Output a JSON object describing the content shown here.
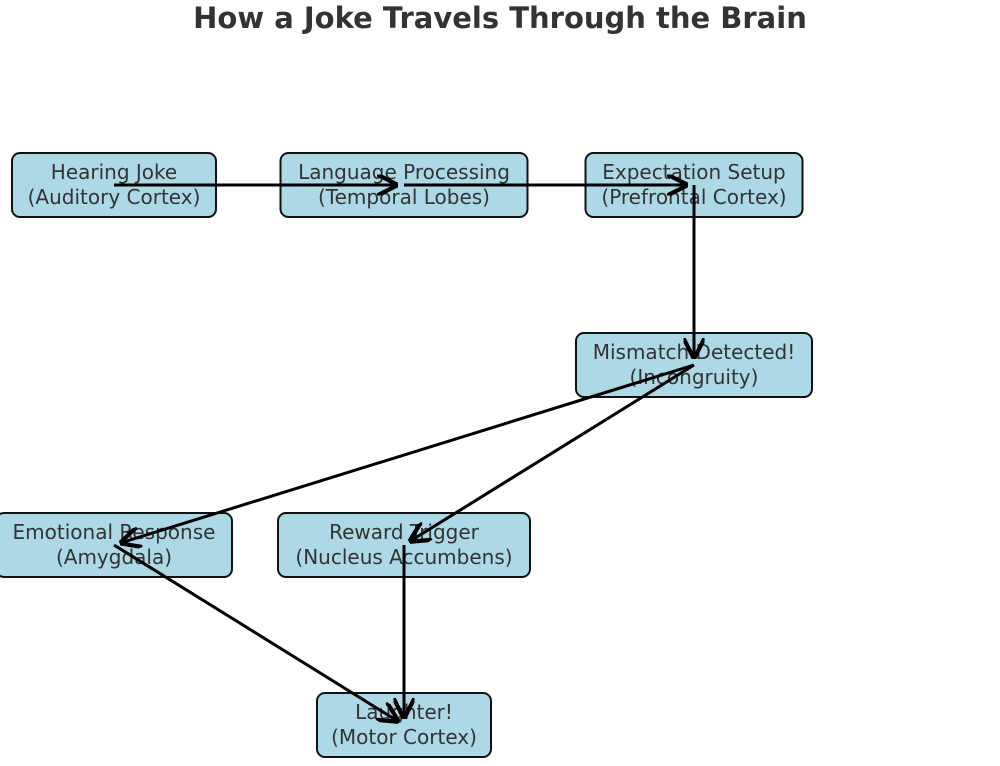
{
  "title": "How a Joke Travels Through the Brain",
  "colors": {
    "node_fill": "#add8e6",
    "node_stroke": "#111111",
    "edge": "#000000",
    "text": "#333333"
  },
  "nodes": [
    {
      "id": "hearing",
      "line1": "Hearing Joke",
      "line2": "(Auditory Cortex)"
    },
    {
      "id": "language",
      "line1": "Language Processing",
      "line2": "(Temporal Lobes)"
    },
    {
      "id": "expectation",
      "line1": "Expectation Setup",
      "line2": "(Prefrontal Cortex)"
    },
    {
      "id": "mismatch",
      "line1": "Mismatch Detected!",
      "line2": "(Incongruity)"
    },
    {
      "id": "emotional",
      "line1": "Emotional Response",
      "line2": "(Amygdala)"
    },
    {
      "id": "reward",
      "line1": "Reward Trigger",
      "line2": "(Nucleus Accumbens)"
    },
    {
      "id": "laughter",
      "line1": "Laughter!",
      "line2": "(Motor Cortex)"
    }
  ],
  "edges": [
    {
      "from": "hearing",
      "to": "language"
    },
    {
      "from": "language",
      "to": "expectation"
    },
    {
      "from": "expectation",
      "to": "mismatch"
    },
    {
      "from": "mismatch",
      "to": "emotional"
    },
    {
      "from": "mismatch",
      "to": "reward"
    },
    {
      "from": "emotional",
      "to": "laughter"
    },
    {
      "from": "reward",
      "to": "laughter"
    }
  ]
}
